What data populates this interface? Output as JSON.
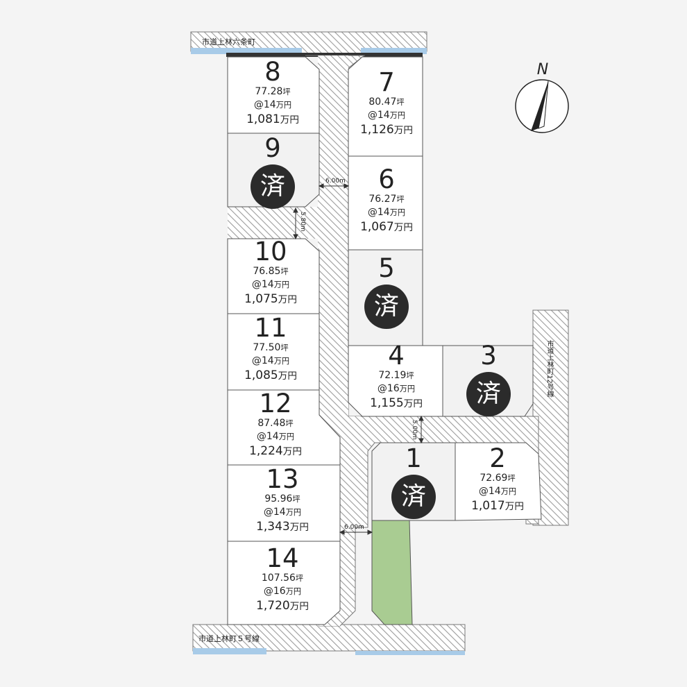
{
  "roads": {
    "north": "市道上林六条町",
    "south": "市道上林町５号線",
    "east": "市道上林町12号線"
  },
  "dimensions": {
    "road_upper": "6.00m",
    "road_lower": "6.00m",
    "lane_9_10": "5.80m",
    "lane_4_1": "5.00m"
  },
  "compass": {
    "label": "N"
  },
  "sold_mark": "済",
  "lots": [
    {
      "no": "1",
      "sold": true
    },
    {
      "no": "2",
      "area": "72.69",
      "area_unit": "坪",
      "unit_price": "@14",
      "unit_price_unit": "万円",
      "price": "1,017",
      "price_unit": "万円"
    },
    {
      "no": "3",
      "sold": true
    },
    {
      "no": "4",
      "area": "72.19",
      "area_unit": "坪",
      "unit_price": "@16",
      "unit_price_unit": "万円",
      "price": "1,155",
      "price_unit": "万円"
    },
    {
      "no": "5",
      "sold": true
    },
    {
      "no": "6",
      "area": "76.27",
      "area_unit": "坪",
      "unit_price": "@14",
      "unit_price_unit": "万円",
      "price": "1,067",
      "price_unit": "万円"
    },
    {
      "no": "7",
      "area": "80.47",
      "area_unit": "坪",
      "unit_price": "@14",
      "unit_price_unit": "万円",
      "price": "1,126",
      "price_unit": "万円"
    },
    {
      "no": "8",
      "area": "77.28",
      "area_unit": "坪",
      "unit_price": "@14",
      "unit_price_unit": "万円",
      "price": "1,081",
      "price_unit": "万円"
    },
    {
      "no": "9",
      "sold": true
    },
    {
      "no": "10",
      "area": "76.85",
      "area_unit": "坪",
      "unit_price": "@14",
      "unit_price_unit": "万円",
      "price": "1,075",
      "price_unit": "万円"
    },
    {
      "no": "11",
      "area": "77.50",
      "area_unit": "坪",
      "unit_price": "@14",
      "unit_price_unit": "万円",
      "price": "1,085",
      "price_unit": "万円"
    },
    {
      "no": "12",
      "area": "87.48",
      "area_unit": "坪",
      "unit_price": "@14",
      "unit_price_unit": "万円",
      "price": "1,224",
      "price_unit": "万円"
    },
    {
      "no": "13",
      "area": "95.96",
      "area_unit": "坪",
      "unit_price": "@14",
      "unit_price_unit": "万円",
      "price": "1,343",
      "price_unit": "万円"
    },
    {
      "no": "14",
      "area": "107.56",
      "area_unit": "坪",
      "unit_price": "@16",
      "unit_price_unit": "万円",
      "price": "1,720",
      "price_unit": "万円"
    }
  ],
  "colors": {
    "background": "#f4f4f4",
    "lot_fill": "#ffffff",
    "sold_lot_fill": "#f2f2f2",
    "road_hatch": "#aaaaaa",
    "green_area": "#a9cc92",
    "water": "#a8cbe8",
    "sold_badge": "#2b2b2b"
  }
}
